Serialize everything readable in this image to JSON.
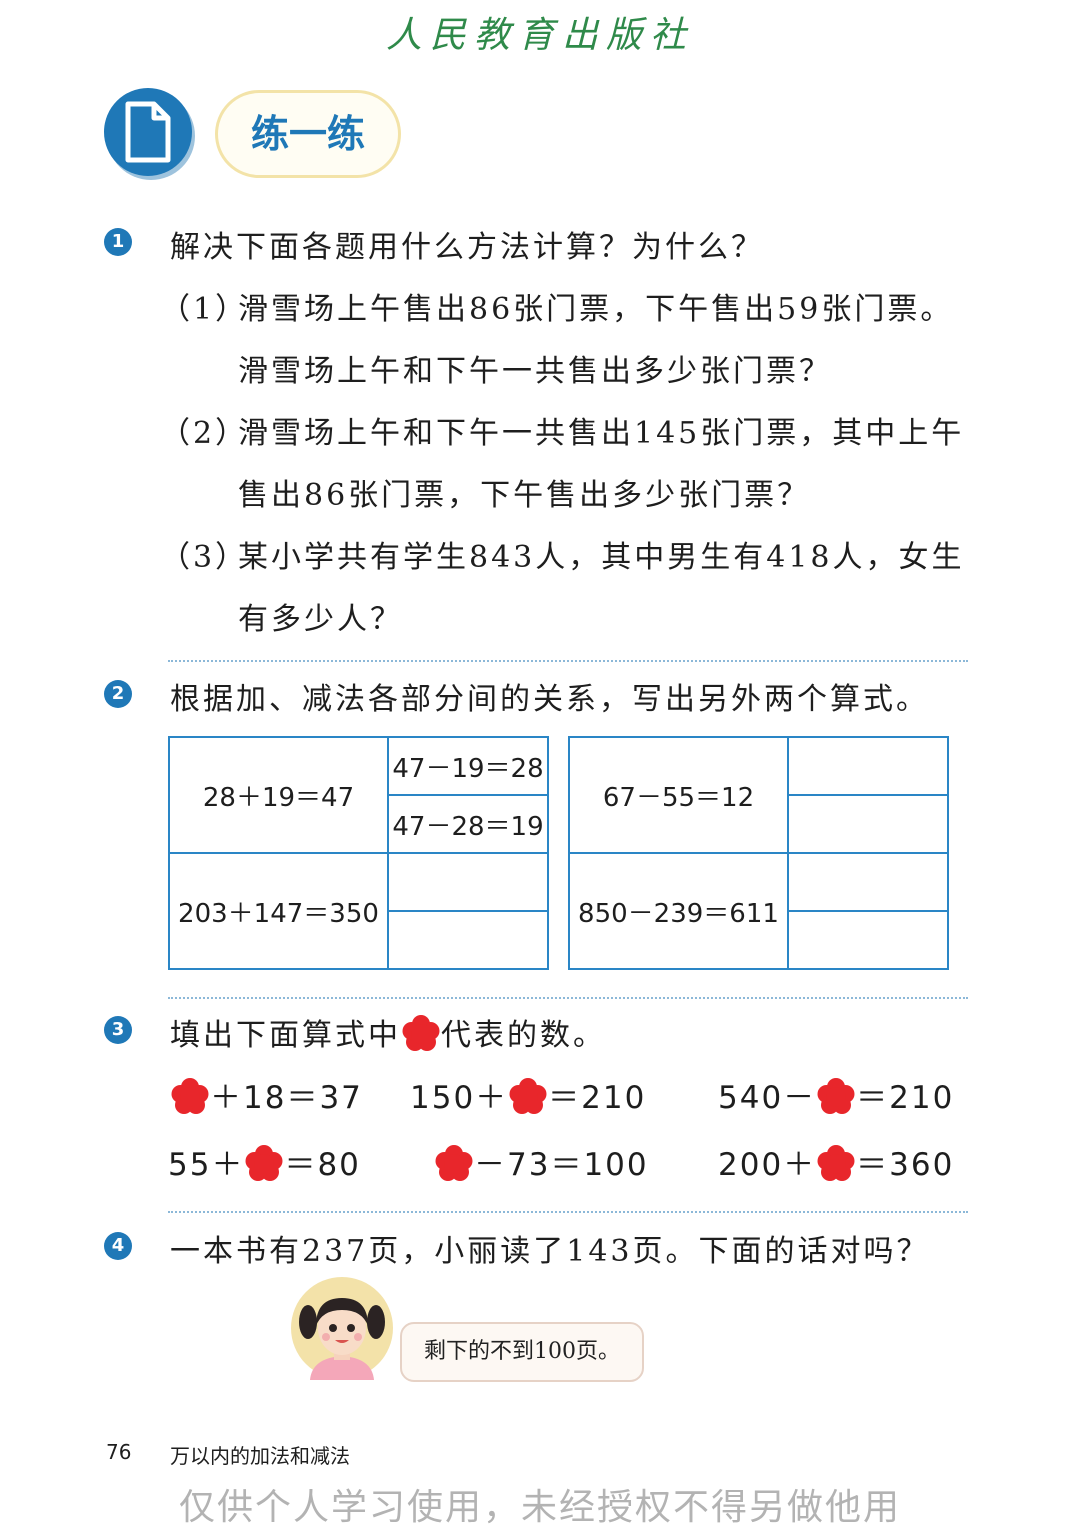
{
  "header": {
    "publisher": "人民教育出版社"
  },
  "section": {
    "title": "练一练",
    "icon": "document-icon"
  },
  "q1": {
    "num": "1",
    "prompt": "解决下面各题用什么方法计算？为什么？",
    "items": [
      {
        "label": "（1）",
        "line1": "滑雪场上午售出86张门票，下午售出59张门票。",
        "line2": "滑雪场上午和下午一共售出多少张门票？"
      },
      {
        "label": "（2）",
        "line1": "滑雪场上午和下午一共售出145张门票，其中上午",
        "line2": "售出86张门票，下午售出多少张门票？"
      },
      {
        "label": "（3）",
        "line1": "某小学共有学生843人，其中男生有418人，女生",
        "line2": "有多少人？"
      }
    ]
  },
  "q2": {
    "num": "2",
    "prompt": "根据加、减法各部分间的关系，写出另外两个算式。",
    "left_table": [
      {
        "given": "28＋19＝47",
        "derived": [
          "47－19＝28",
          "47－28＝19"
        ]
      },
      {
        "given": "203＋147＝350",
        "derived": [
          "",
          ""
        ]
      }
    ],
    "right_table": [
      {
        "given": "67－55＝12",
        "derived": [
          "",
          ""
        ]
      },
      {
        "given": "850－239＝611",
        "derived": [
          "",
          ""
        ]
      }
    ]
  },
  "q3": {
    "num": "3",
    "prompt_before": "填出下面算式中",
    "prompt_after": "代表的数。",
    "flower_color": "#e8262b",
    "row1": [
      {
        "pre": "",
        "post": "＋18＝37"
      },
      {
        "pre": "150＋",
        "post": "＝210"
      },
      {
        "pre": "540－",
        "post": "＝210"
      }
    ],
    "row2": [
      {
        "pre": "55＋",
        "post": "＝80"
      },
      {
        "pre": "",
        "post": "－73＝100"
      },
      {
        "pre": "200＋",
        "post": "＝360"
      }
    ]
  },
  "q4": {
    "num": "4",
    "prompt": "一本书有237页，小丽读了143页。下面的话对吗？",
    "speech": "剩下的不到100页。"
  },
  "footer": {
    "page_number": "76",
    "chapter": "万以内的加法和减法"
  },
  "watermark": "仅供个人学习使用，未经授权不得另做他用",
  "colors": {
    "accent": "#1f78b7",
    "publisher": "#2f8a4a",
    "table_border": "#2a86c6",
    "flower": "#e8262b"
  }
}
